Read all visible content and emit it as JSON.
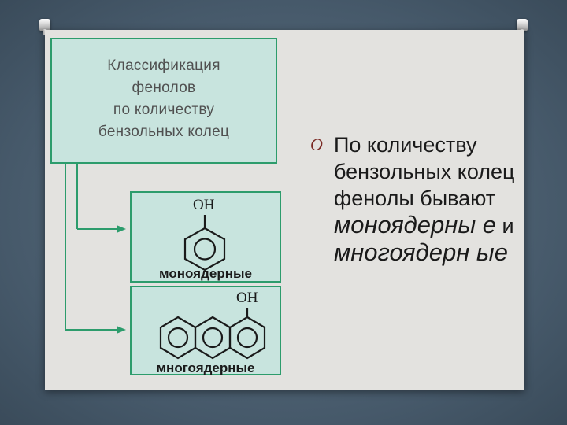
{
  "title_box": {
    "lines": [
      "Классификация",
      "фенолов",
      "по количеству",
      "бензольных колец"
    ]
  },
  "mono_box": {
    "label": "моноядерные",
    "oh": "OH"
  },
  "poly_box": {
    "label": "многоядерные",
    "oh": "OH"
  },
  "bullet": {
    "marker": "O",
    "text_normal": "По количеству бензольных колец фенолы бывают",
    "text_italic_1": "моноядерны е",
    "text_join": "и",
    "text_italic_2": "многоядерн ые"
  },
  "colors": {
    "slide_bg": "#e3e2df",
    "box_fill": "#c8e4de",
    "box_border": "#2d9c6c",
    "arrow": "#2d9c6c",
    "bullet_marker": "#7a2a24",
    "outer_bg": "#4f6372"
  },
  "icons": [
    "pushpin-icon",
    "pushpin-icon",
    "benzene-ring-icon",
    "anthracene-icon"
  ]
}
